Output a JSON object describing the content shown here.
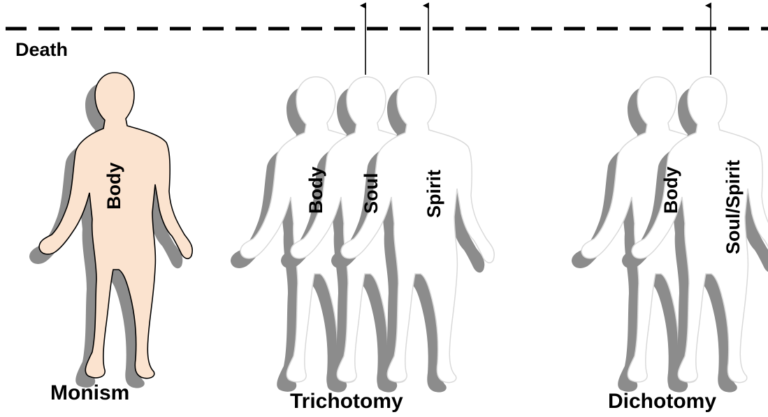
{
  "death_label": "Death",
  "colors": {
    "body_fill": "#fbe3cf",
    "shadow": "#8c8c8c",
    "outline_light": "#d9d9d9",
    "line": "#000000"
  },
  "figures": {
    "monism": {
      "caption": "Monism",
      "parts": [
        "Body"
      ]
    },
    "trichotomy": {
      "caption": "Trichotomy",
      "parts": [
        "Body",
        "Soul",
        "Spirit"
      ]
    },
    "dichotomy": {
      "caption": "Dichotomy",
      "parts": [
        "Body",
        "Soul/Spirit"
      ]
    }
  }
}
